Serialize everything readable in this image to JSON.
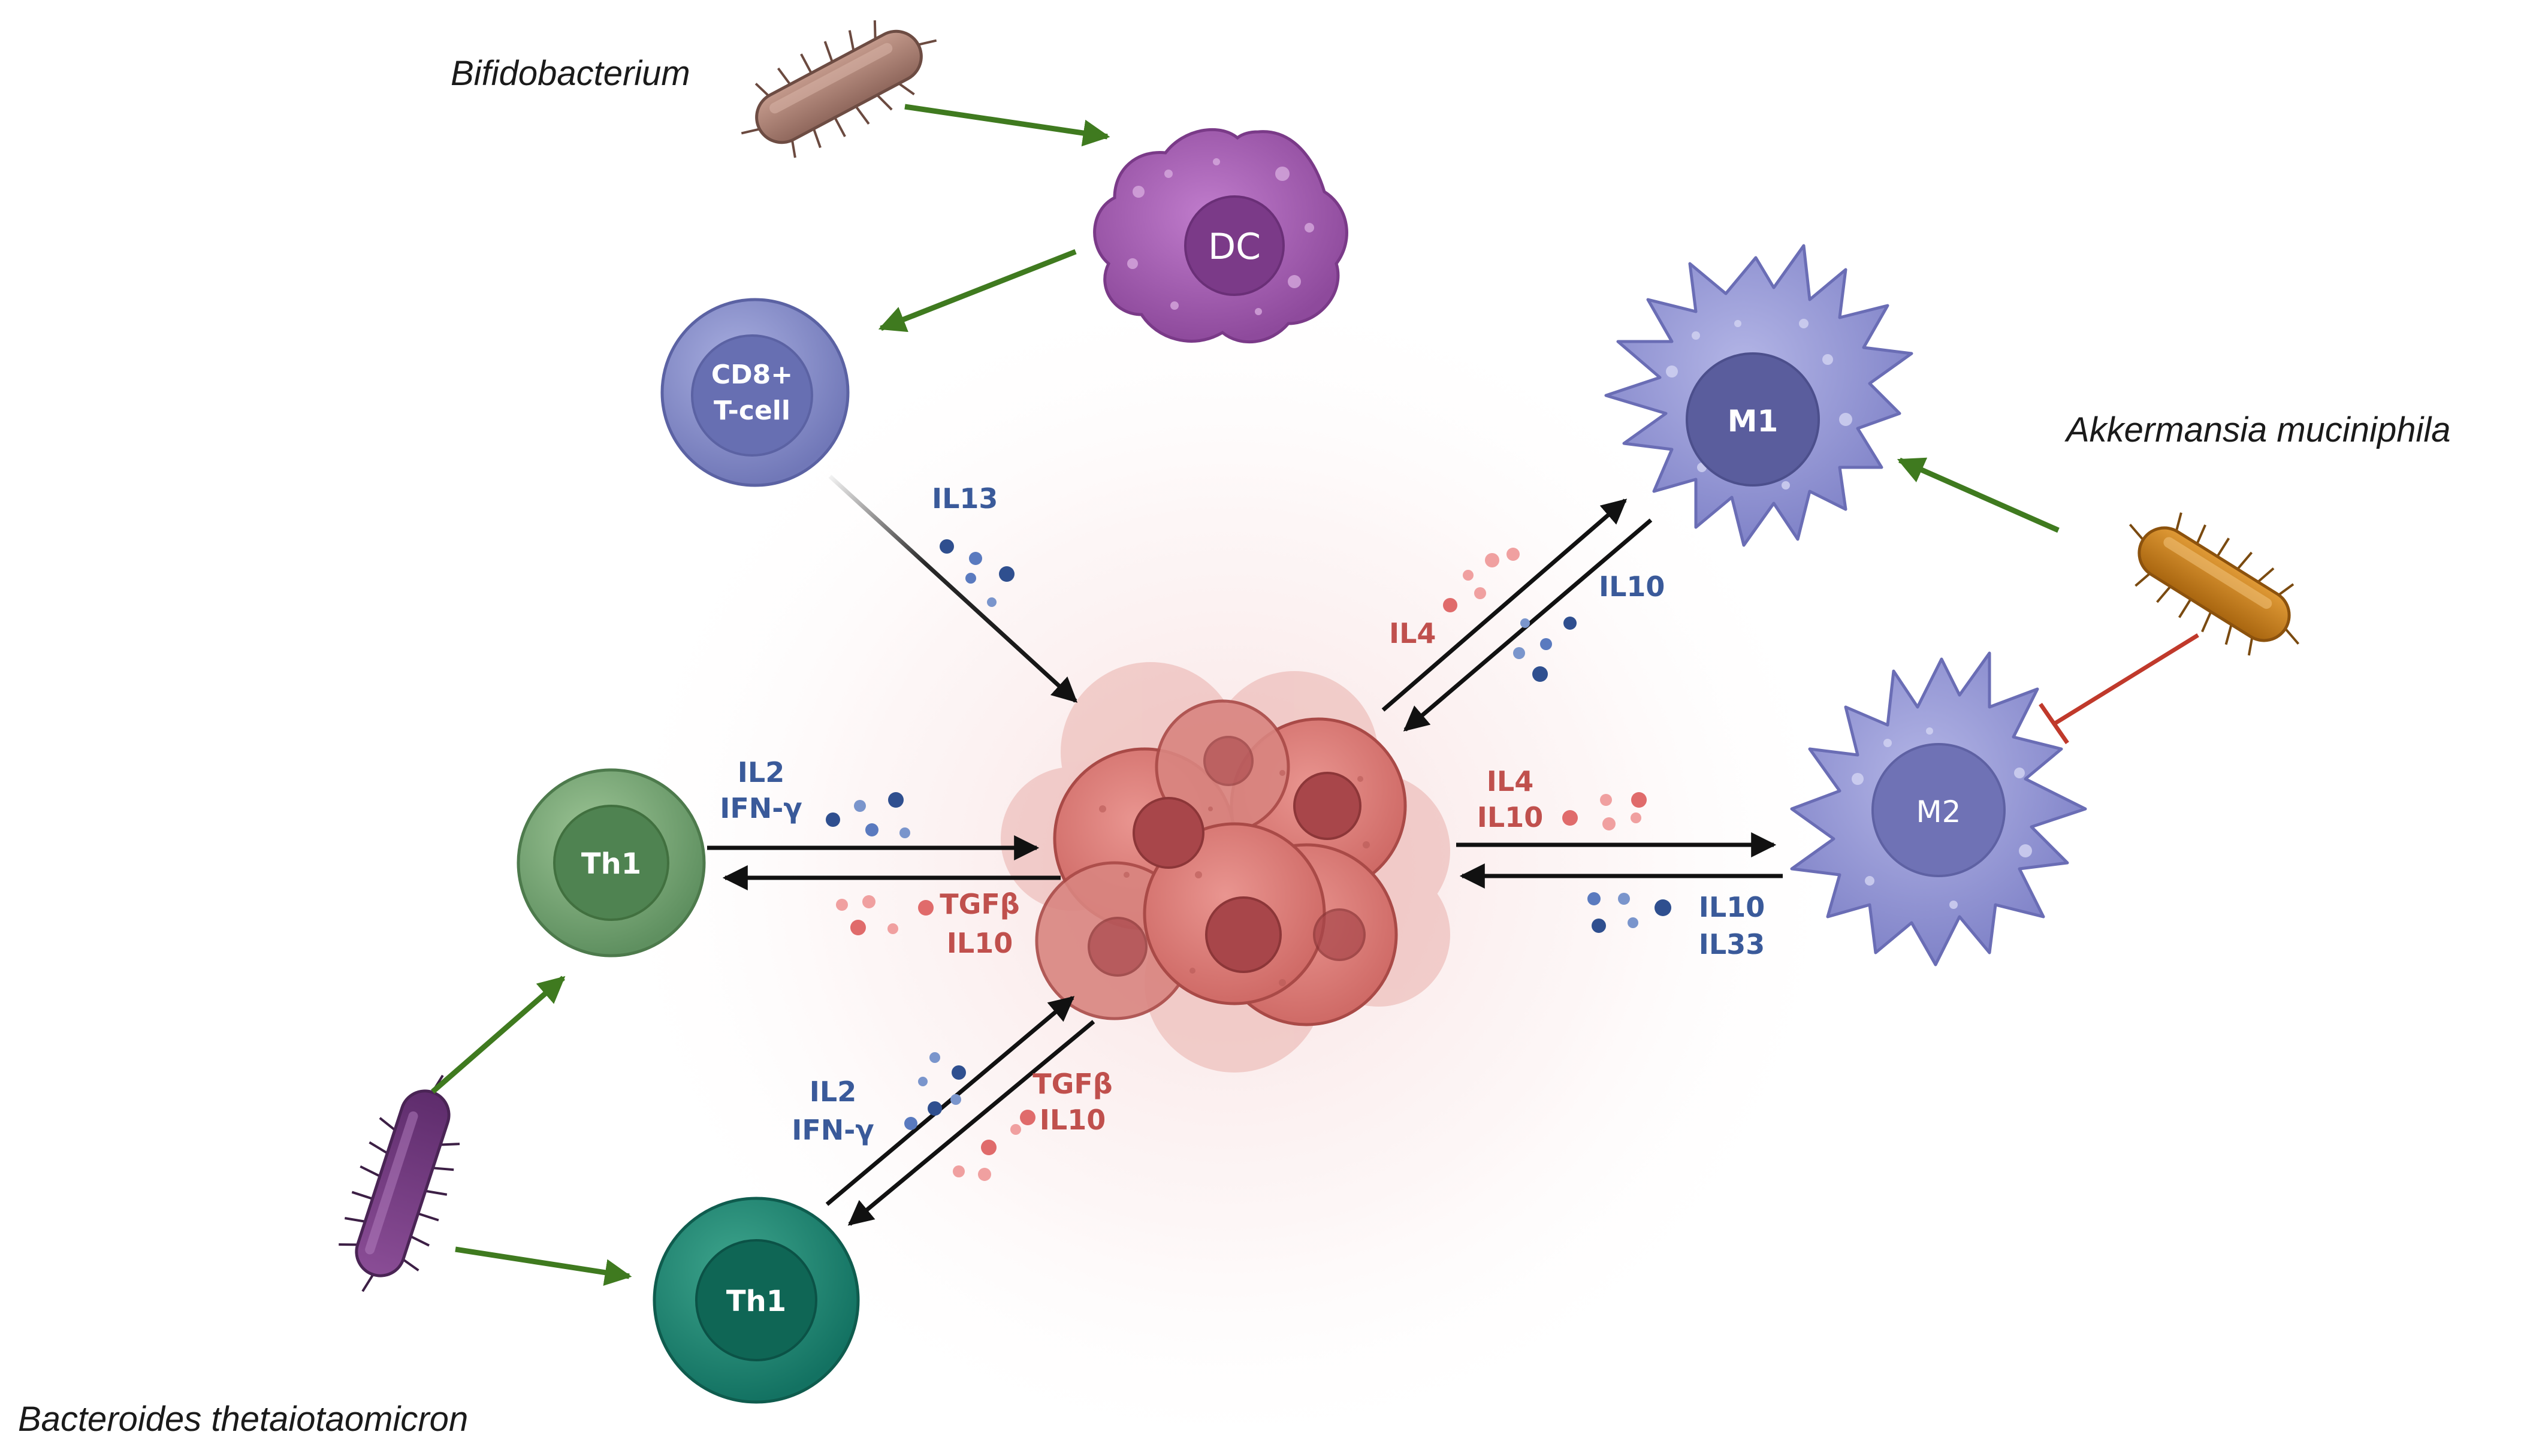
{
  "colors": {
    "arrow_green": "#3f7a1f",
    "arrow_black": "#111111",
    "inhibit_red": "#c0392b",
    "cytokine_blue": "#3a5a9a",
    "cytokine_red": "#c0504d",
    "dc": "#9b59a8",
    "cd8": "#7b83c2",
    "th1_light": "#6f9e6a",
    "th1_dark": "#17806b",
    "macrophage": "#8a8ccf",
    "tumor": "#d9706a"
  },
  "bacteria": {
    "bifidobacterium": {
      "label": "Bifidobacterium",
      "icon": "rod-bacterium-icon"
    },
    "akkermansia": {
      "label": "Akkermansia muciniphila",
      "icon": "rod-bacterium-icon"
    },
    "bacteroides": {
      "label": "Bacteroides thetaiotaomicron",
      "icon": "rod-bacterium-icon"
    }
  },
  "cells": {
    "dc": {
      "label": "DC"
    },
    "cd8": {
      "line1": "CD8+",
      "line2": "T-cell"
    },
    "m1": {
      "label": "M1"
    },
    "m2": {
      "label": "M2"
    },
    "th1_upper": {
      "label": "Th1"
    },
    "th1_lower": {
      "label": "Th1"
    },
    "tumor": {
      "icon": "tumor-cell-cluster-icon"
    }
  },
  "cytokines": {
    "cd8_to_tumor": {
      "line1": "IL13"
    },
    "th1_to_tumor": {
      "line1": "IL2",
      "line2": "IFN-γ"
    },
    "tumor_to_th1": {
      "line1": "TGFβ",
      "line2": "IL10"
    },
    "th1b_to_tumor": {
      "line1": "IL2",
      "line2": "IFN-γ"
    },
    "tumor_to_th1b": {
      "line1": "TGFβ",
      "line2": "IL10"
    },
    "tumor_to_m1": {
      "line1": "IL4"
    },
    "m1_to_tumor": {
      "line1": "IL10"
    },
    "tumor_to_m2": {
      "line1": "IL4",
      "line2": "IL10"
    },
    "m2_to_tumor": {
      "line1": "IL10",
      "line2": "IL33"
    }
  }
}
